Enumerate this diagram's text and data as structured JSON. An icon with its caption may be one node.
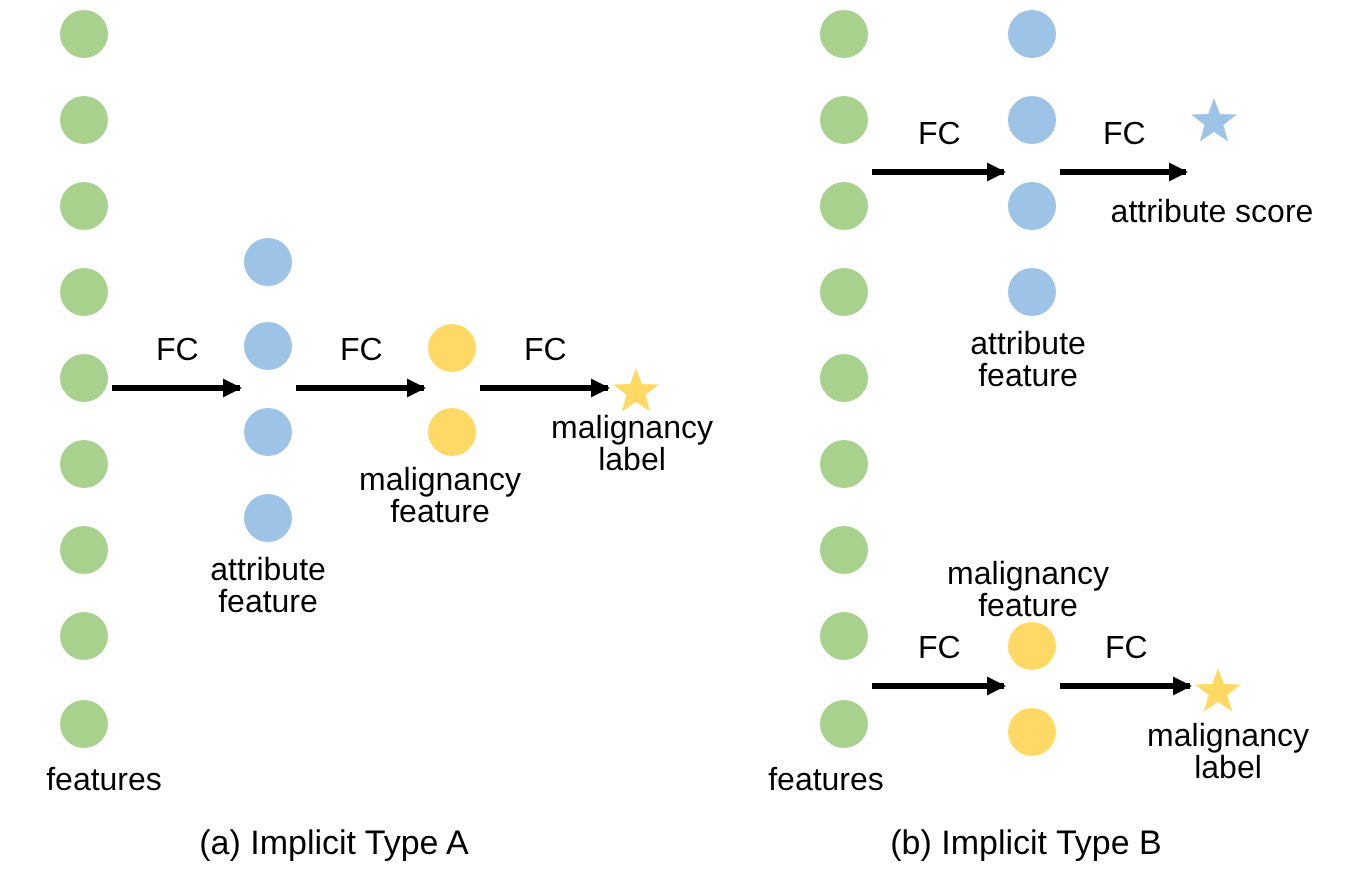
{
  "diagram": {
    "nodes": [
      {
        "text": [
          "features"
        ]
      },
      {
        "text": [
          "attribute feature"
        ]
      },
      {
        "text": [
          "malignancy feature"
        ]
      },
      {
        "text": [
          "malignancy label"
        ]
      },
      {
        "text": [
          "features"
        ]
      },
      {
        "text": [
          "attribute feature"
        ]
      },
      {
        "text": [
          "attribute score"
        ]
      },
      {
        "text": [
          "malignancy feature"
        ]
      },
      {
        "text": [
          "malignancy label"
        ]
      }
    ],
    "edges": [
      {
        "from": 0,
        "to": 1,
        "arrow": "to",
        "label": "FC"
      },
      {
        "from": 1,
        "to": 2,
        "arrow": "to",
        "label": "FC"
      },
      {
        "from": 2,
        "to": 3,
        "arrow": "to",
        "label": "FC"
      },
      {
        "from": 4,
        "to": 5,
        "arrow": "to",
        "label": "FC"
      },
      {
        "from": 5,
        "to": 6,
        "arrow": "to",
        "label": "FC"
      },
      {
        "from": 4,
        "to": 7,
        "arrow": "to",
        "label": "FC"
      },
      {
        "from": 7,
        "to": 8,
        "arrow": "to",
        "label": "FC"
      }
    ],
    "labels": [
      "(a) Implicit Type A",
      "(b) Implicit Type B"
    ]
  }
}
